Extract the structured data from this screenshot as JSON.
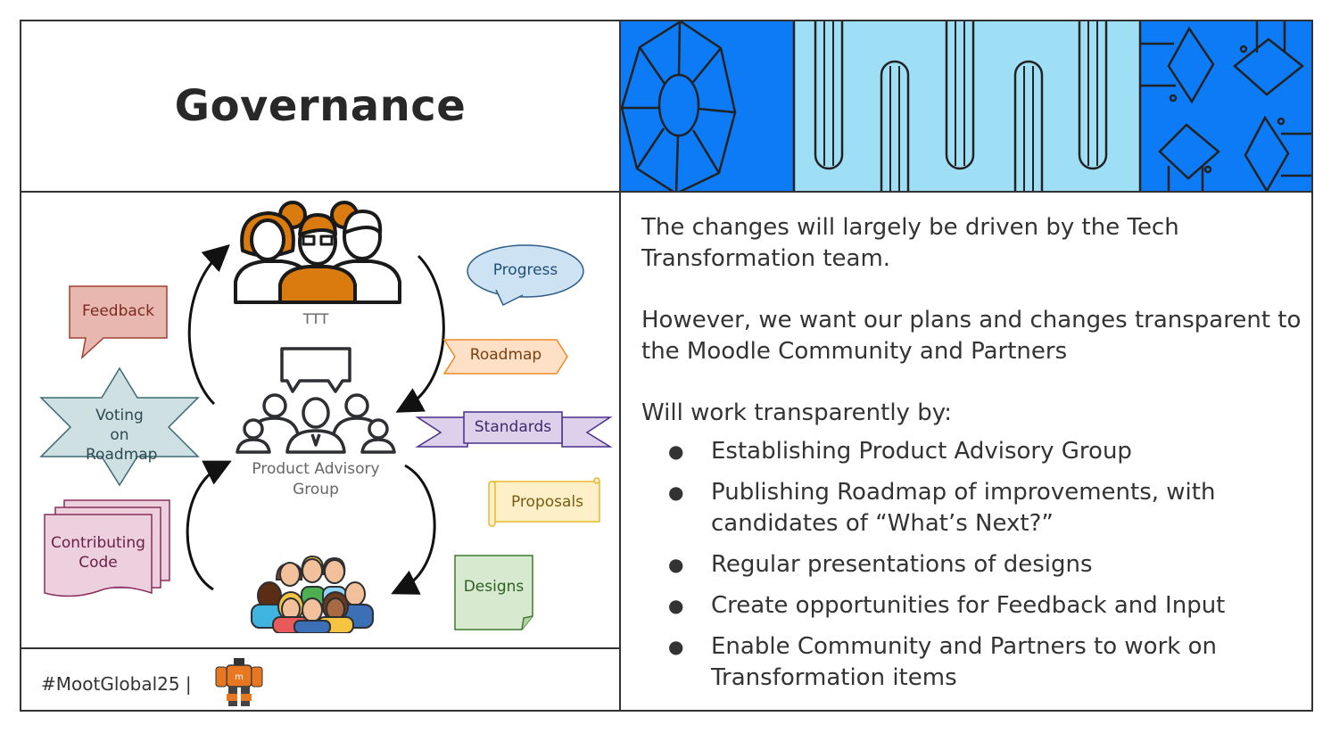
{
  "title": "Governance",
  "diagram": {
    "center_group_label": "Product Advisory Group",
    "top_group_label": "TTT",
    "tags": {
      "feedback": "Feedback",
      "voting": "Voting on Roadmap",
      "contributing": "Contributing Code",
      "progress": "Progress",
      "roadmap": "Roadmap",
      "standards": "Standards",
      "proposals": "Proposals",
      "designs": "Designs"
    }
  },
  "footer": {
    "hashtag": "#MootGlobal25  |"
  },
  "content": {
    "paragraph1": "The changes will largely be driven by the Tech Transformation team.",
    "paragraph2": "However, we want our plans and changes transparent to the Moodle Community and Partners",
    "list_intro": "Will work transparently by:",
    "bullets": [
      "Establishing Product Advisory Group",
      "Publishing Roadmap of improvements, with candidates of “What’s Next?”",
      "Regular presentations of designs",
      "Create opportunities for Feedback and Input",
      "Enable Community and Partners to work on Transformation items"
    ]
  },
  "colors": {
    "banner_blue": "#0d7bf5",
    "banner_light": "#9fdff5",
    "ttt_orange": "#d97b0f"
  }
}
